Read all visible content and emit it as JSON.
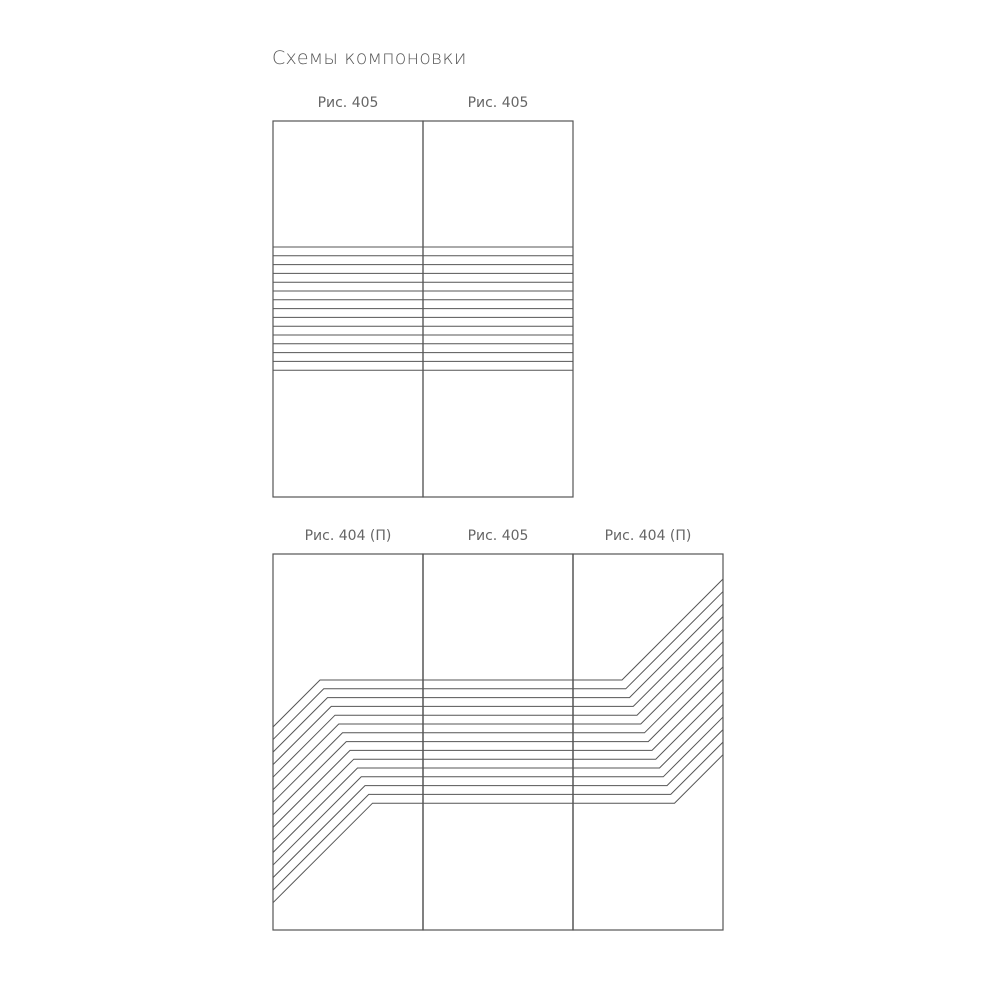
{
  "page": {
    "title": "Схемы компоновки"
  },
  "schemes": [
    {
      "name": "scheme-2-panels",
      "panels": [
        {
          "caption": "Рис. 405",
          "pattern": "straight"
        },
        {
          "caption": "Рис. 405",
          "pattern": "straight"
        }
      ],
      "stripe_count": 15
    },
    {
      "name": "scheme-3-panels",
      "panels": [
        {
          "caption": "Рис. 404 (П)",
          "pattern": "left-bend"
        },
        {
          "caption": "Рис. 405",
          "pattern": "straight"
        },
        {
          "caption": "Рис. 404 (П)",
          "pattern": "right-bend"
        }
      ],
      "stripe_count": 15
    }
  ],
  "colors": {
    "line": "#555555",
    "title": "#5a5a5a",
    "caption": "#666666",
    "background": "#ffffff"
  }
}
